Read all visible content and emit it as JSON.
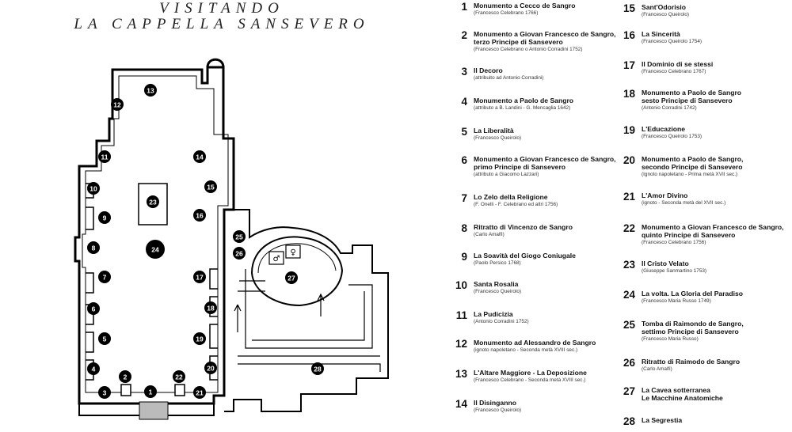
{
  "header": {
    "line1": "VISITANDO",
    "line2": "LA CAPPELLA SANSEVERO"
  },
  "plan_markers": [
    "1",
    "2",
    "3",
    "4",
    "5",
    "6",
    "7",
    "8",
    "9",
    "10",
    "11",
    "12",
    "13",
    "14",
    "15",
    "16",
    "17",
    "18",
    "19",
    "20",
    "21",
    "22",
    "23",
    "24",
    "25",
    "26",
    "27",
    "28"
  ],
  "legend": [
    {
      "num": "1",
      "title": "Monumento a Cecco de Sangro",
      "author": "(Francesco Celebrano 1766)"
    },
    {
      "num": "2",
      "title": "Monumento a Giovan Francesco de Sangro,\nterzo Principe di Sansevero",
      "author": "(Francesco Celebrano o Antonio Corradini 1752)"
    },
    {
      "num": "3",
      "title": "Il Decoro",
      "author": "(attribuito ad Antonio Corradini)"
    },
    {
      "num": "4",
      "title": "Monumento a Paolo de Sangro",
      "author": "(attributo a B. Landini - G. Mencaglia 1642)"
    },
    {
      "num": "5",
      "title": "La Liberalità",
      "author": "(Francesco Queirolo)"
    },
    {
      "num": "6",
      "title": "Monumento a Giovan Francesco de Sangro,\nprimo Principe di Sansevero",
      "author": "(attributo a Giacomo Lazzari)"
    },
    {
      "num": "7",
      "title": "Lo Zelo della Religione",
      "author": "(F. Onelli - F. Celebrano ed altri 1756)"
    },
    {
      "num": "8",
      "title": "Ritratto di Vincenzo de Sangro",
      "author": "(Carlo Amalfi)"
    },
    {
      "num": "9",
      "title": "La Soavità del Giogo Coniugale",
      "author": "(Paolo Persico 1768)"
    },
    {
      "num": "10",
      "title": "Santa Rosalia",
      "author": "(Francesco Queirolo)"
    },
    {
      "num": "11",
      "title": "La Pudicizia",
      "author": "(Antonio Corradini 1752)"
    },
    {
      "num": "12",
      "title": "Monumento ad Alessandro de Sangro",
      "author": "(ignoto napoletano - Seconda metà XVIII sec.)"
    },
    {
      "num": "13",
      "title": "L'Altare Maggiore - La Deposizione",
      "author": "(Francesco Celebrano - Seconda metà XVIII sec.)"
    },
    {
      "num": "14",
      "title": "Il Disinganno",
      "author": "(Francesco Queirolo)"
    },
    {
      "num": "15",
      "title": "Sant'Odorisio",
      "author": "(Francesco Queirolo)"
    },
    {
      "num": "16",
      "title": "La Sincerità",
      "author": "(Francesco Queirolo 1754)"
    },
    {
      "num": "17",
      "title": "Il Dominio di se stessi",
      "author": "(Francesco Celebrano 1767)"
    },
    {
      "num": "18",
      "title": "Monumento a Paolo de Sangro\nsesto Principe di Sansevero",
      "author": "(Antonio Corradini 1742)"
    },
    {
      "num": "19",
      "title": "L'Educazione",
      "author": "(Francesco Queirolo 1753)"
    },
    {
      "num": "20",
      "title": "Monumento a Paolo de Sangro,\nsecondo Principe di Sansevero",
      "author": "(Ignoto napoletano - Prima metà XVII sec.)"
    },
    {
      "num": "21",
      "title": "L'Amor Divino",
      "author": "(ignoto - Seconda metà del XVII sec.)"
    },
    {
      "num": "22",
      "title": "Monumento a Giovan Francesco de Sangro,\nquinto Principe di Sansevero",
      "author": "(Francesco Celebrano 1756)"
    },
    {
      "num": "23",
      "title": "Il Cristo Velato",
      "author": "(Giuseppe Sanmartino 1753)"
    },
    {
      "num": "24",
      "title": "La volta. La Gloria del Paradiso",
      "author": "(Francesco Maria Russo 1749)"
    },
    {
      "num": "25",
      "title": "Tomba di Raimondo de Sangro,\nsettimo Principe di Sansevero",
      "author": "(Francesco Maria Russo)"
    },
    {
      "num": "26",
      "title": "Ritratto di Raimodo de Sangro",
      "author": "(Carlo Amalfi)"
    },
    {
      "num": "27",
      "title": "La Cavea sotterranea\nLe Macchine Anatomiche",
      "author": ""
    },
    {
      "num": "28",
      "title": "La Segrestia",
      "author": ""
    }
  ]
}
